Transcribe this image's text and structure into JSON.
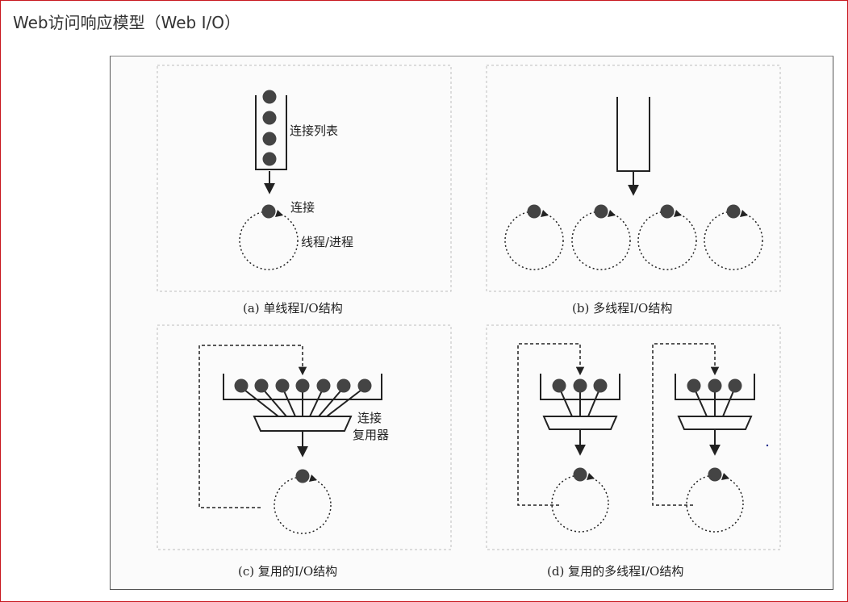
{
  "page": {
    "title": "Web访问响应模型（Web I/O）"
  },
  "colors": {
    "frame_border": "#c8171e",
    "ink": "#222222",
    "ball": "#444444",
    "panel_border": "#bdbdbd"
  },
  "panels": {
    "a": {
      "connection_list_label": "连接列表",
      "connection_label": "连接",
      "thread_label": "线程/进程",
      "caption": "(a) 单线程I/O结构"
    },
    "b": {
      "caption": "(b) 多线程I/O结构"
    },
    "c": {
      "connection_label": "连接",
      "multiplexer_label": "复用器",
      "caption": "(c) 复用的I/O结构"
    },
    "d": {
      "caption": "(d) 复用的多线程I/O结构"
    }
  }
}
